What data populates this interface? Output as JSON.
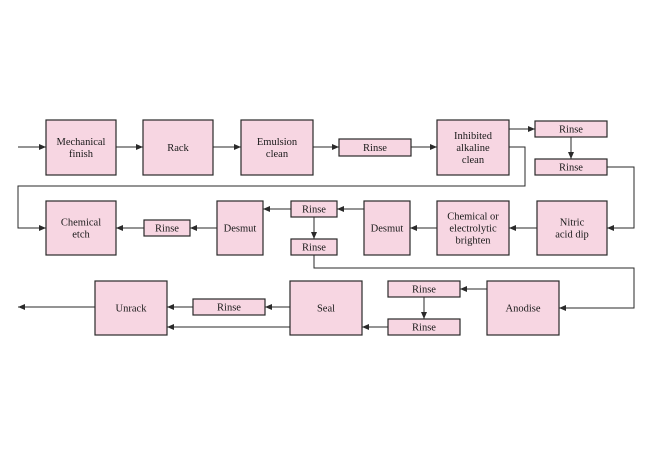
{
  "colors": {
    "box_fill": "#f7d6e2",
    "line": "#2a2a2a"
  },
  "steps": {
    "mechanical_finish": [
      "Mechanical",
      "finish"
    ],
    "rack": [
      "Rack"
    ],
    "emulsion_clean": [
      "Emulsion",
      "clean"
    ],
    "rinse_1": [
      "Rinse"
    ],
    "inhibited_alkaline_clean": [
      "Inhibited",
      "alkaline",
      "clean"
    ],
    "rinse_2": [
      "Rinse"
    ],
    "rinse_3": [
      "Rinse"
    ],
    "nitric_acid_dip": [
      "Nitric",
      "acid dip"
    ],
    "chemical_brighten": [
      "Chemical or",
      "electrolytic",
      "brighten"
    ],
    "desmut_1": [
      "Desmut"
    ],
    "rinse_4": [
      "Rinse"
    ],
    "rinse_5": [
      "Rinse"
    ],
    "desmut_2": [
      "Desmut"
    ],
    "rinse_6": [
      "Rinse"
    ],
    "chemical_etch": [
      "Chemical",
      "etch"
    ],
    "anodise": [
      "Anodise"
    ],
    "rinse_7": [
      "Rinse"
    ],
    "rinse_8": [
      "Rinse"
    ],
    "seal": [
      "Seal"
    ],
    "rinse_9": [
      "Rinse"
    ],
    "unrack": [
      "Unrack"
    ]
  }
}
